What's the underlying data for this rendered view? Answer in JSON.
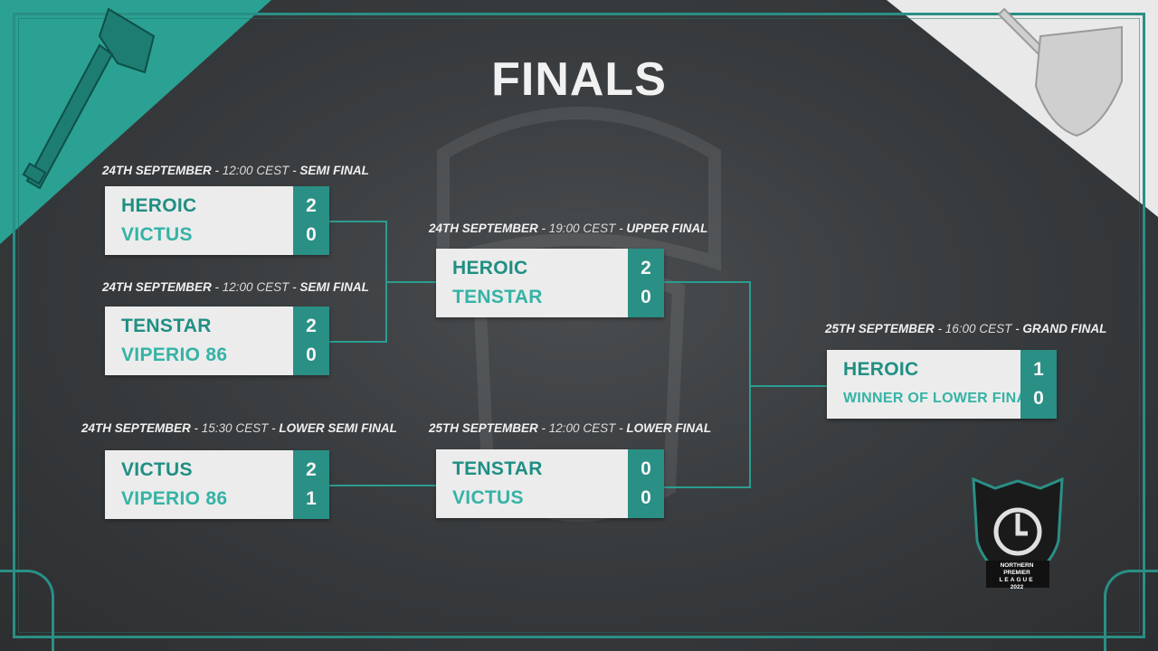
{
  "title": "FINALS",
  "colors": {
    "accent": "#2a8f85",
    "accent_light": "#35b3a6",
    "card": "#ececec",
    "background": "#3a3d3f"
  },
  "matches": {
    "semi1": {
      "date": "24TH SEPTEMBER",
      "time": "12:00 CEST",
      "stage": "SEMI FINAL",
      "team1": "HEROIC",
      "team2": "VICTUS",
      "score1": "2",
      "score2": "0"
    },
    "semi2": {
      "date": "24TH SEPTEMBER",
      "time": "12:00 CEST",
      "stage": "SEMI FINAL",
      "team1": "TENSTAR",
      "team2": "VIPERIO 86",
      "score1": "2",
      "score2": "0"
    },
    "lower_semi": {
      "date": "24TH SEPTEMBER",
      "time": "15:30 CEST",
      "stage": "LOWER SEMI FINAL",
      "team1": "VICTUS",
      "team2": "VIPERIO 86",
      "score1": "2",
      "score2": "1"
    },
    "upper_final": {
      "date": "24TH SEPTEMBER",
      "time": "19:00 CEST",
      "stage": "UPPER FINAL",
      "team1": "HEROIC",
      "team2": "TENSTAR",
      "score1": "2",
      "score2": "0"
    },
    "lower_final": {
      "date": "25TH SEPTEMBER",
      "time": "12:00 CEST",
      "stage": "LOWER FINAL",
      "team1": "TENSTAR",
      "team2": "VICTUS",
      "score1": "0",
      "score2": "0"
    },
    "grand_final": {
      "date": "25TH SEPTEMBER",
      "time": "16:00 CEST",
      "stage": "GRAND FINAL",
      "team1": "HEROIC",
      "team2": "WINNER OF LOWER FINAL",
      "score1": "1",
      "score2": "0"
    }
  },
  "league_logo": {
    "line1": "NORTHERN PREMIER",
    "line2": "LEAGUE",
    "line3": "2022"
  }
}
